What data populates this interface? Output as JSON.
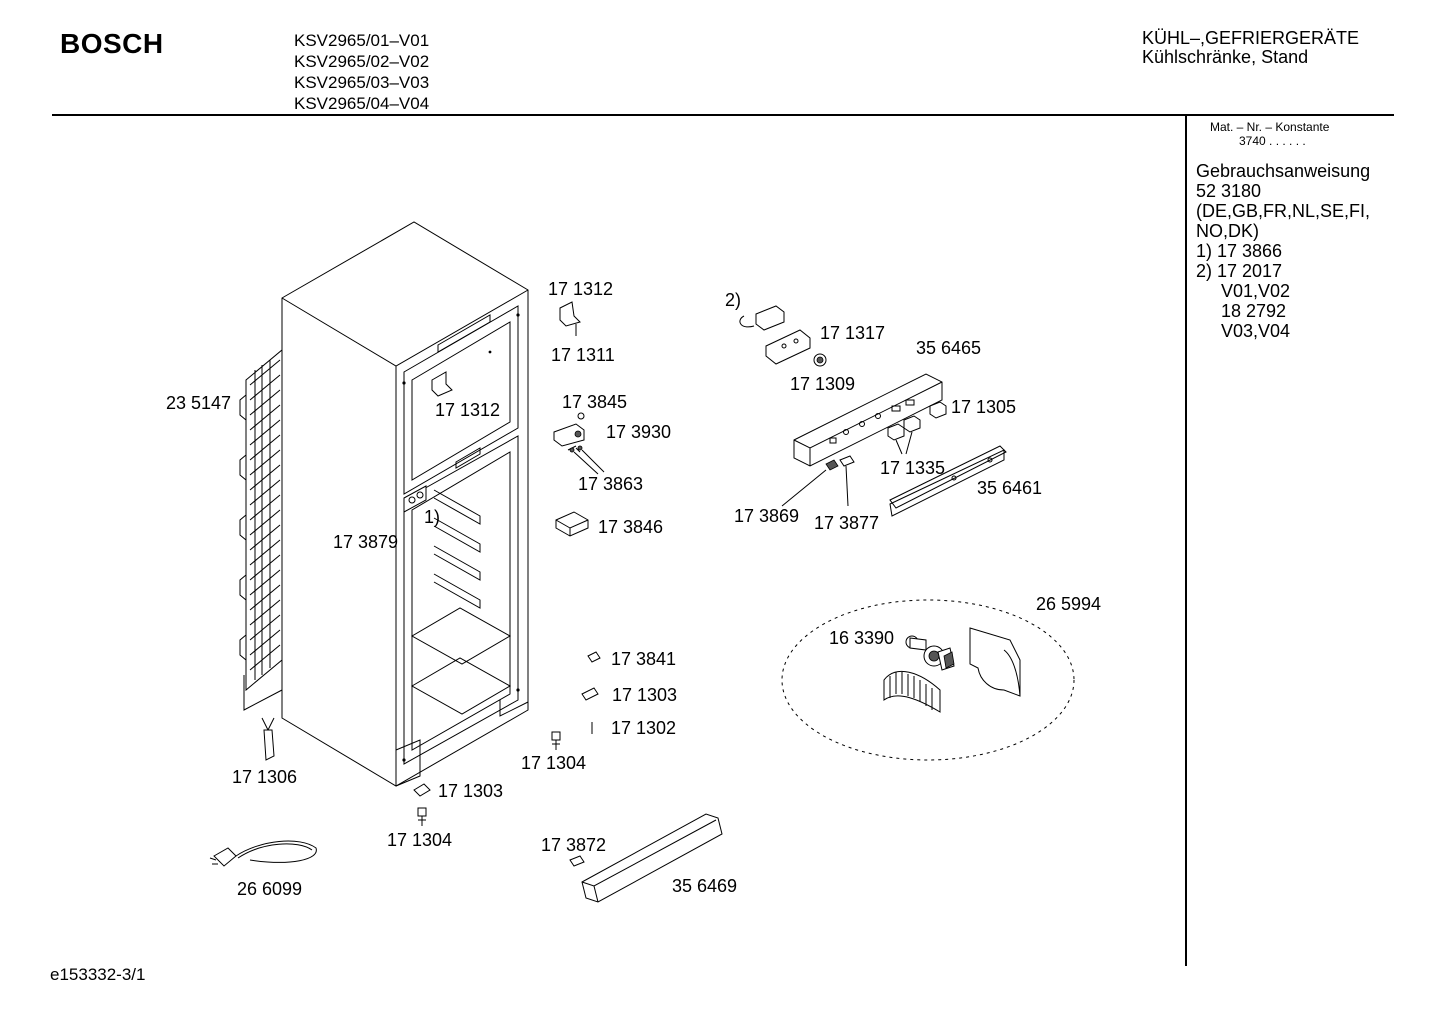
{
  "header": {
    "brand": "BOSCH",
    "models": [
      "KSV2965/01–V01",
      "KSV2965/02–V02",
      "KSV2965/03–V03",
      "KSV2965/04–V04"
    ],
    "category_line1": "KÜHL–,GEFRIERGERÄTE",
    "category_line2": "Kühlschränke, Stand"
  },
  "side_panel": {
    "mat_label": "Mat. – Nr. – Konstante",
    "mat_value": "3740  .  .    .  .  .  .",
    "lines": [
      "Gebrauchsanweisung",
      "52 3180",
      "(DE,GB,FR,NL,SE,FI,",
      "NO,DK)",
      "1)  17 3866",
      "2)  17 2017",
      "V01,V02",
      "18 2792",
      "V03,V04"
    ]
  },
  "part_labels": {
    "p235147": "23 5147",
    "p171312a": "17 1312",
    "p171311": "17 1311",
    "p171312b": "17 1312",
    "p173845": "17 3845",
    "p173930": "17 3930",
    "p173863": "17 3863",
    "p173846": "17 3846",
    "p173879": "17 3879",
    "note1": "1)",
    "note2": "2)",
    "p171317": "17 1317",
    "p356465": "35 6465",
    "p171309": "17 1309",
    "p171305": "17 1305",
    "p171335": "17 1335",
    "p356461": "35 6461",
    "p173869": "17 3869",
    "p173877": "17 3877",
    "p265994": "26 5994",
    "p163390": "16 3390",
    "p173841": "17 3841",
    "p171303a": "17 1303",
    "p171302": "17 1302",
    "p171304a": "17 1304",
    "p171306": "17 1306",
    "p171303b": "17 1303",
    "p171304b": "17 1304",
    "p173872": "17 3872",
    "p356469": "35 6469",
    "p266099": "26 6099"
  },
  "footer": {
    "code": "e153332-3/1"
  }
}
